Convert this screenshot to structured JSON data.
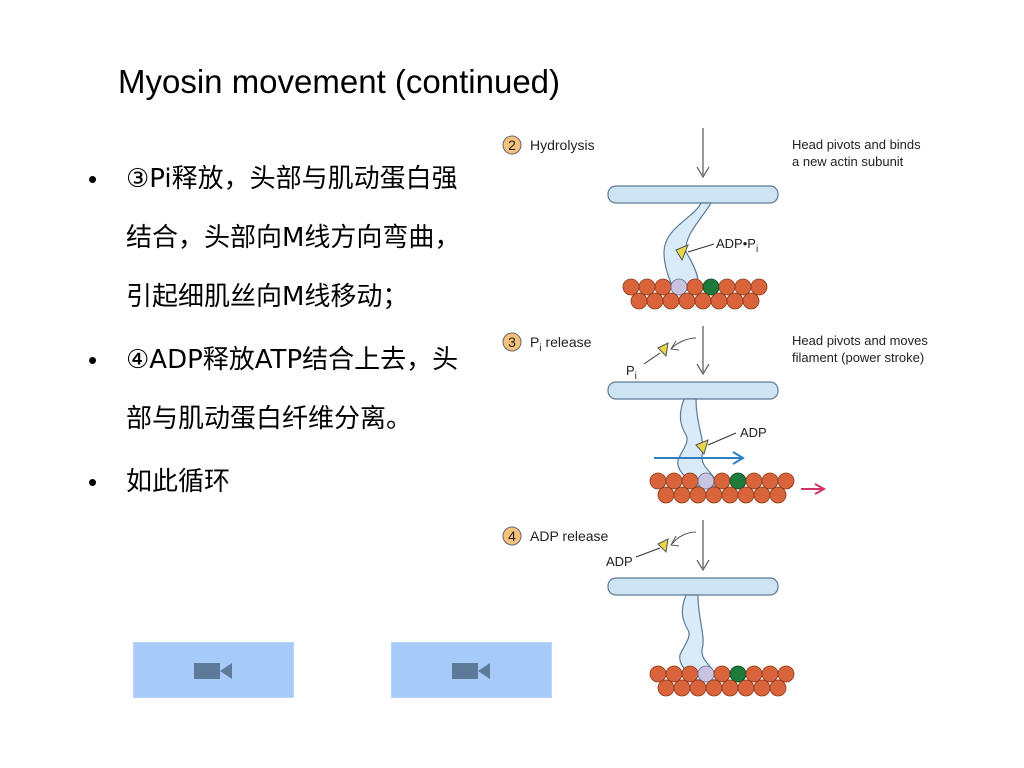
{
  "slide": {
    "title": "Myosin movement (continued)",
    "bullets": [
      "③Pi释放，头部与肌动蛋白强结合，头部向M线方向弯曲，引起细肌丝向M线移动；",
      "④ADP释放ATP结合上去，头部与肌动蛋白纤维分离。",
      "如此循环"
    ],
    "bullet_marker": "•"
  },
  "buttons": {
    "video1_icon": "video-camera-icon",
    "video2_icon": "video-camera-icon",
    "color": "#a6cbf9",
    "icon_color": "#5d7b99"
  },
  "diagram": {
    "steps": [
      {
        "number": "2",
        "label": "Hydrolysis",
        "note_line1": "Head pivots and binds",
        "note_line2": "a new actin subunit",
        "head_label": "ADP•P",
        "head_label_sub": "i"
      },
      {
        "number": "3",
        "label": "P",
        "label_sub": "i",
        "label_rest": " release",
        "note_line1": "Head pivots and moves",
        "note_line2": "filament (power stroke)",
        "released": "P",
        "released_sub": "i",
        "head_label": "ADP"
      },
      {
        "number": "4",
        "label": "ADP release",
        "released": "ADP"
      }
    ],
    "colors": {
      "actin": "#d9633a",
      "actin_special": "#c8c3e0",
      "actin_green": "#1d7a3a",
      "filament": "#cfe4f3",
      "badge": "#f4c27c",
      "nucleotide": "#e7d64a",
      "arrow_blue": "#2f7fc1",
      "arrow_red": "#d0336a"
    }
  }
}
